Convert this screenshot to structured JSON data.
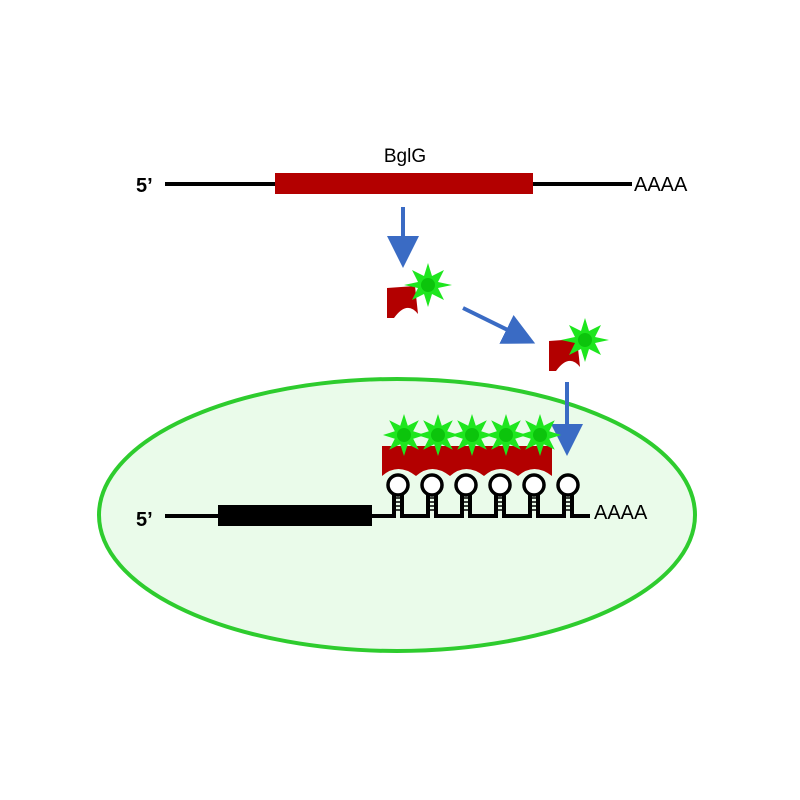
{
  "mrna_top": {
    "five_prime_label": "5’",
    "gene_label": "BglG",
    "polya_label": "AAAA",
    "gene_color": "#b30000"
  },
  "mrna_bottom": {
    "five_prime_label": "5’",
    "polya_label": "AAAA",
    "stem_loop_count": 6,
    "bound_protein_count": 5
  },
  "colors": {
    "protein": "#b30000",
    "fluorophore": "#1ee61e",
    "arrow": "#3a6bc4",
    "cell_fill": "#eafbea",
    "cell_border": "#2ecc2e",
    "line": "#000000"
  },
  "icons": [
    "bglg-protein-icon",
    "fluorophore-star-icon",
    "stem-loop-icon",
    "arrow-icon"
  ]
}
